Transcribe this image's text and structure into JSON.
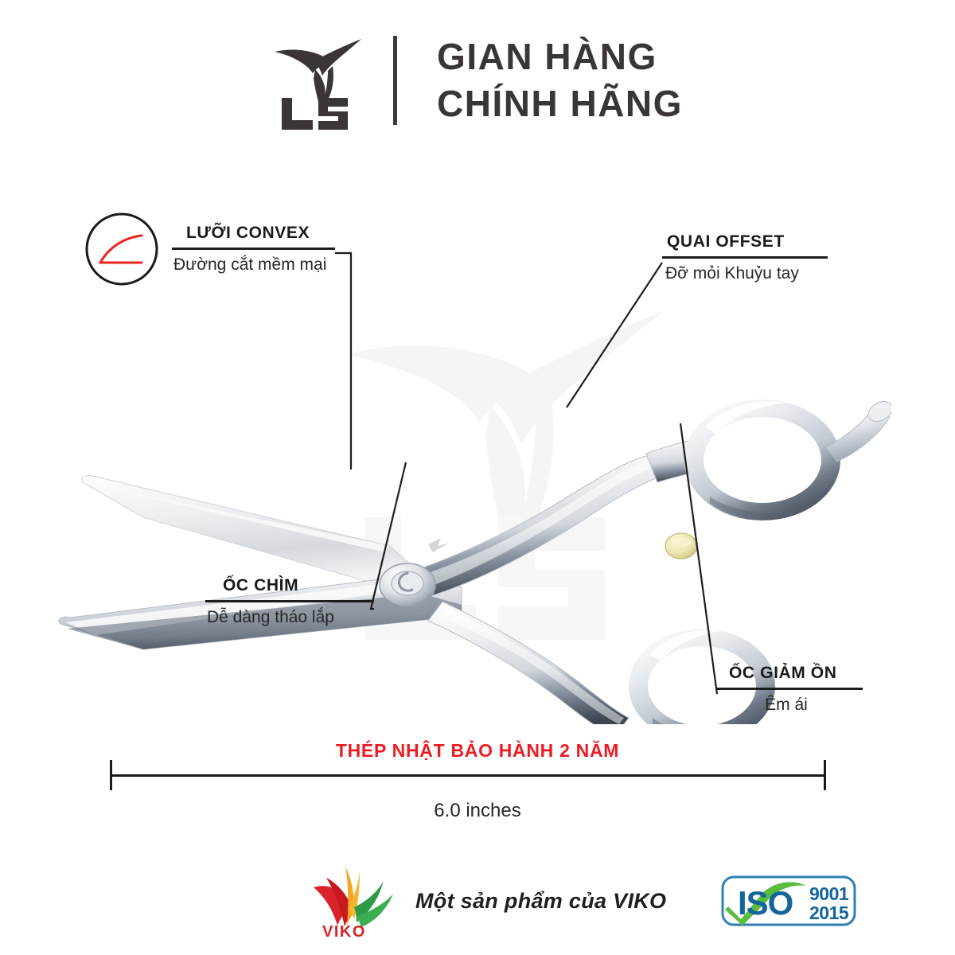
{
  "header": {
    "logo_icon": "ls-bird-logo",
    "divider": "vertical-divider",
    "title_line1": "GIAN HÀNG",
    "title_line2": "CHÍNH HÃNG"
  },
  "product": {
    "name": "hair-cutting-scissors",
    "watermark_text": "LS",
    "finish_color": "#d9dde2"
  },
  "callouts": [
    {
      "id": "convex-blade",
      "title": "LƯỠI CONVEX",
      "subtitle": "Đường cắt mềm mại",
      "icon": "convex-blade-icon",
      "icon_accent": "#e8251f"
    },
    {
      "id": "offset-handle",
      "title": "QUAI OFFSET",
      "subtitle": "Đỡ mỏi Khuỷu tay"
    },
    {
      "id": "flush-screw",
      "title": "ỐC CHÌM",
      "subtitle": "Dễ dàng tháo lắp"
    },
    {
      "id": "noise-damper",
      "title": "ỐC GIẢM ỒN",
      "subtitle": "Êm ái"
    }
  ],
  "dimension": {
    "warranty_text": "THÉP NHẬT BẢO HÀNH 2 NĂM",
    "warranty_color": "#ee1c22",
    "length_label": "6.0 inches"
  },
  "footer": {
    "viko_logo_icon": "viko-bird-logo",
    "viko_wordmark": "VIKO",
    "tagline": "Một sản phẩm của VIKO",
    "iso": {
      "icon": "iso-certification-badge",
      "brand": "ISO",
      "standard": "9001",
      "year": "2015",
      "brand_color": "#15659c",
      "check_color": "#4cb848"
    }
  }
}
